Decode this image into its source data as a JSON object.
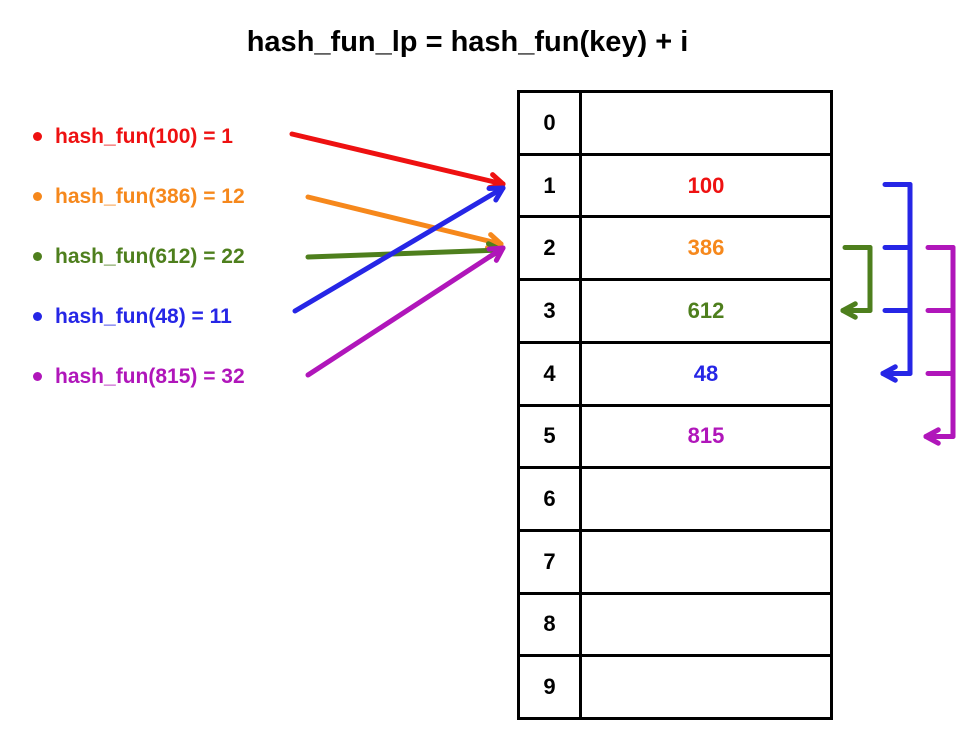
{
  "title": "hash_fun_lp = hash_fun(key) + i",
  "colors": {
    "red": "#ee1111",
    "orange": "#f6881c",
    "green": "#4e7f1d",
    "blue": "#2626e6",
    "purple": "#b016ba",
    "table_border": "#000000",
    "title_text": "#111111"
  },
  "legend": {
    "items": [
      {
        "label": "hash_fun(100) = 1",
        "color": "red"
      },
      {
        "label": "hash_fun(386) = 12",
        "color": "orange"
      },
      {
        "label": "hash_fun(612) = 22",
        "color": "green"
      },
      {
        "label": "hash_fun(48) = 11",
        "color": "blue"
      },
      {
        "label": "hash_fun(815) = 32",
        "color": "purple"
      }
    ]
  },
  "table": {
    "rows": [
      {
        "index": "0",
        "value": "",
        "color": ""
      },
      {
        "index": "1",
        "value": "100",
        "color": "red"
      },
      {
        "index": "2",
        "value": "386",
        "color": "orange"
      },
      {
        "index": "3",
        "value": "612",
        "color": "green"
      },
      {
        "index": "4",
        "value": "48",
        "color": "blue"
      },
      {
        "index": "5",
        "value": "815",
        "color": "purple"
      },
      {
        "index": "6",
        "value": "",
        "color": ""
      },
      {
        "index": "7",
        "value": "",
        "color": ""
      },
      {
        "index": "8",
        "value": "",
        "color": ""
      },
      {
        "index": "9",
        "value": "",
        "color": ""
      }
    ]
  },
  "arrows": [
    {
      "from_label": "hash_fun(100) = 1",
      "color": "red",
      "to_index": 1
    },
    {
      "from_label": "hash_fun(386) = 12",
      "color": "orange",
      "to_index": 2
    },
    {
      "from_label": "hash_fun(612) = 22",
      "color": "green",
      "to_index": 2
    },
    {
      "from_label": "hash_fun(48) = 11",
      "color": "blue",
      "to_index": 1
    },
    {
      "from_label": "hash_fun(815) = 32",
      "color": "purple",
      "to_index": 2
    }
  ],
  "probe_brackets": [
    {
      "color": "green",
      "from_index": 2,
      "to_index": 3
    },
    {
      "color": "blue",
      "from_index": 1,
      "to_index": 4
    },
    {
      "color": "purple",
      "from_index": 2,
      "to_index": 5
    }
  ]
}
